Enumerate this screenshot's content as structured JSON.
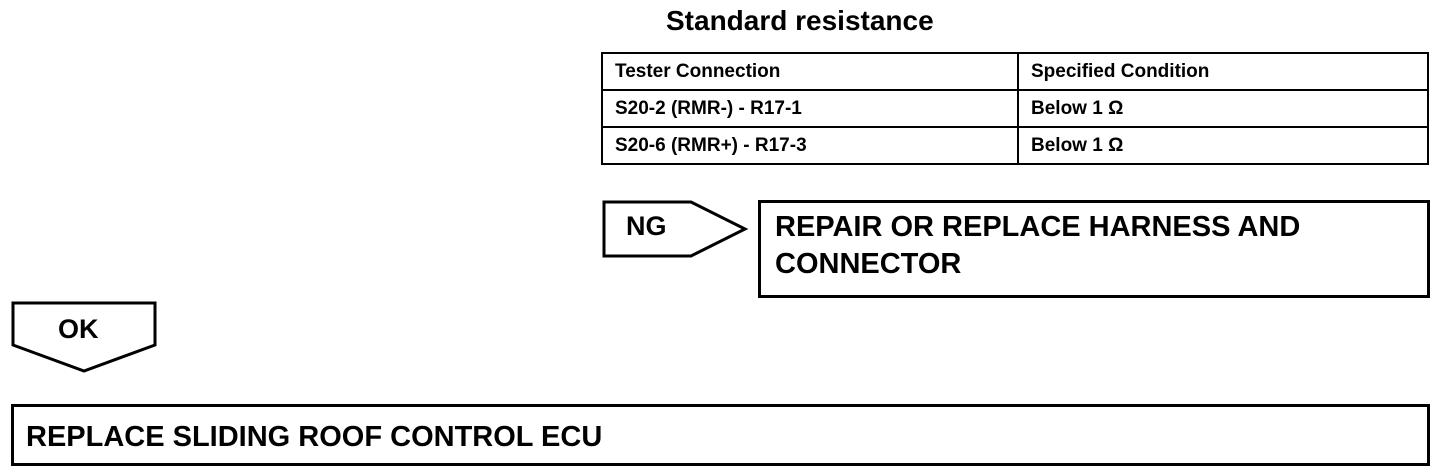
{
  "title": "Standard resistance",
  "table": {
    "headers": [
      "Tester Connection",
      "Specified Condition"
    ],
    "rows": [
      [
        "S20-2 (RMR-) - R17-1",
        "Below 1 Ω"
      ],
      [
        "S20-6 (RMR+) - R17-3",
        "Below 1 Ω"
      ]
    ]
  },
  "ng": {
    "label": "NG",
    "action_line1": "REPAIR OR REPLACE HARNESS AND",
    "action_line2": "CONNECTOR"
  },
  "ok": {
    "label": "OK",
    "action": "REPLACE SLIDING ROOF CONTROL ECU"
  }
}
